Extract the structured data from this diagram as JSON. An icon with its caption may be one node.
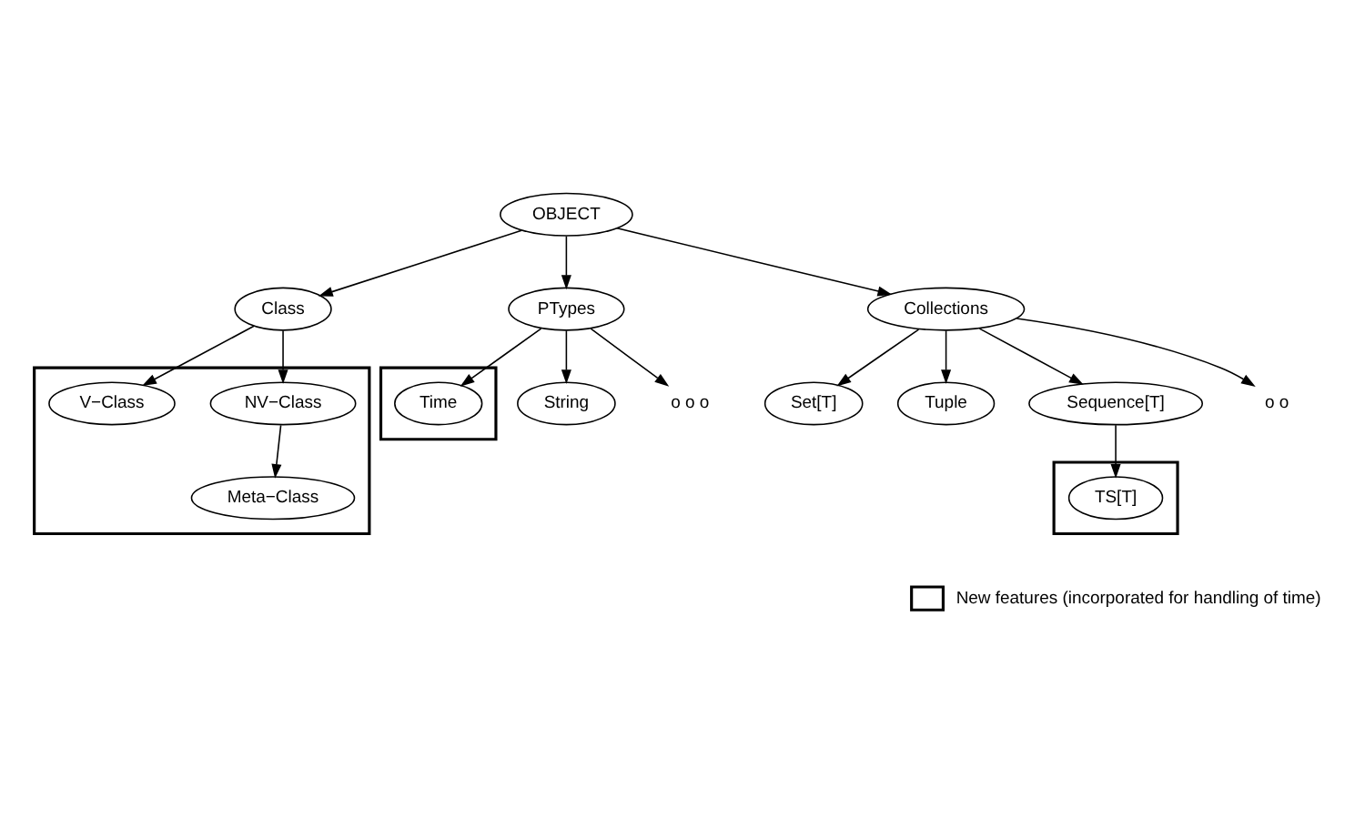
{
  "diagram": {
    "nodes": [
      {
        "text": [
          "OBJECT"
        ]
      },
      {
        "text": [
          "Class"
        ]
      },
      {
        "text": [
          "PTypes"
        ]
      },
      {
        "text": [
          "Collections"
        ]
      },
      {
        "text": [],
        "shape": "box"
      },
      {
        "text": [
          "NV−Class"
        ],
        "in": 4
      },
      {
        "text": [
          "V−Class"
        ],
        "in": 4
      },
      {
        "text": [
          "Meta−Class"
        ],
        "in": 4
      },
      {
        "text": [],
        "shape": "box"
      },
      {
        "text": [
          "Time"
        ],
        "in": 8
      },
      {
        "text": [
          "String"
        ]
      },
      {
        "text": [
          "o o o"
        ]
      },
      {
        "text": [
          "Set[T]"
        ]
      },
      {
        "text": [
          "Tuple"
        ]
      },
      {
        "text": [
          "Sequence[T]"
        ]
      },
      {
        "text": [
          "o o"
        ]
      },
      {
        "text": [],
        "shape": "box"
      },
      {
        "text": [
          "TS[T]"
        ],
        "in": 16
      }
    ],
    "edges": [
      {
        "from": 0,
        "to": 1,
        "arrow": "to"
      },
      {
        "from": 0,
        "to": 2,
        "arrow": "to"
      },
      {
        "from": 0,
        "to": 3,
        "arrow": "to"
      },
      {
        "from": 1,
        "to": 5,
        "arrow": "to"
      },
      {
        "from": 1,
        "to": 6,
        "arrow": "to"
      },
      {
        "from": 5,
        "to": 7,
        "arrow": "to"
      },
      {
        "from": 2,
        "to": 9,
        "arrow": "to"
      },
      {
        "from": 2,
        "to": 10,
        "arrow": "to"
      },
      {
        "from": 2,
        "to": 11,
        "arrow": "to"
      },
      {
        "from": 3,
        "to": 12,
        "arrow": "to"
      },
      {
        "from": 3,
        "to": 13,
        "arrow": "to"
      },
      {
        "from": 3,
        "to": 14,
        "arrow": "to"
      },
      {
        "from": 3,
        "to": 15,
        "arrow": "to"
      },
      {
        "from": 14,
        "to": 17,
        "arrow": "to"
      }
    ],
    "legend": [
      {
        "text": "New features (incorporated for handling of time)"
      }
    ]
  }
}
